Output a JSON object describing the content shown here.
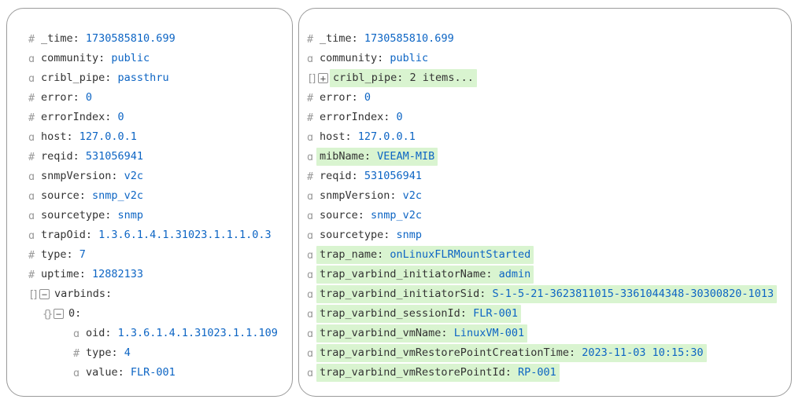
{
  "colors": {
    "value_blue": "#0d65c4",
    "key_gray": "#333333",
    "icon_gray": "#9a9a9a",
    "highlight_green": "#d9f4d0",
    "panel_border": "#9a9a9a"
  },
  "icons": {
    "num": "#",
    "str": "ɑ",
    "arr": "[]",
    "obj": "{}",
    "expanded": "−",
    "collapsed": "+"
  },
  "panels": [
    {
      "id": "before",
      "rows": [
        {
          "type": "num",
          "key": "_time",
          "value": "1730585810.699"
        },
        {
          "type": "str",
          "key": "community",
          "value": "public"
        },
        {
          "type": "str",
          "key": "cribl_pipe",
          "value": "passthru"
        },
        {
          "type": "num",
          "key": "error",
          "value": "0"
        },
        {
          "type": "num",
          "key": "errorIndex",
          "value": "0"
        },
        {
          "type": "str",
          "key": "host",
          "value": "127.0.0.1"
        },
        {
          "type": "num",
          "key": "reqid",
          "value": "531056941"
        },
        {
          "type": "str",
          "key": "snmpVersion",
          "value": "v2c"
        },
        {
          "type": "str",
          "key": "source",
          "value": "snmp_v2c"
        },
        {
          "type": "str",
          "key": "sourcetype",
          "value": "snmp"
        },
        {
          "type": "str",
          "key": "trapOid",
          "value": "1.3.6.1.4.1.31023.1.1.1.0.3"
        },
        {
          "type": "num",
          "key": "type",
          "value": "7"
        },
        {
          "type": "num",
          "key": "uptime",
          "value": "12882133"
        },
        {
          "type": "arr",
          "key": "varbinds",
          "value": "",
          "toggle": "expanded"
        },
        {
          "type": "obj",
          "key": "0",
          "value": "",
          "toggle": "expanded",
          "indent": 1
        },
        {
          "type": "str",
          "key": "oid",
          "value": "1.3.6.1.4.1.31023.1.1.109",
          "indent": 2
        },
        {
          "type": "num",
          "key": "type",
          "value": "4",
          "indent": 2
        },
        {
          "type": "str",
          "key": "value",
          "value": "FLR-001",
          "indent": 2
        }
      ]
    },
    {
      "id": "after",
      "rows": [
        {
          "type": "num",
          "key": "_time",
          "value": "1730585810.699"
        },
        {
          "type": "str",
          "key": "community",
          "value": "public"
        },
        {
          "type": "arr",
          "key": "cribl_pipe",
          "value": "2 items...",
          "toggle": "collapsed",
          "highlight": true,
          "value_plain": true
        },
        {
          "type": "num",
          "key": "error",
          "value": "0"
        },
        {
          "type": "num",
          "key": "errorIndex",
          "value": "0"
        },
        {
          "type": "str",
          "key": "host",
          "value": "127.0.0.1"
        },
        {
          "type": "str",
          "key": "mibName",
          "value": "VEEAM-MIB",
          "highlight": true
        },
        {
          "type": "num",
          "key": "reqid",
          "value": "531056941"
        },
        {
          "type": "str",
          "key": "snmpVersion",
          "value": "v2c"
        },
        {
          "type": "str",
          "key": "source",
          "value": "snmp_v2c"
        },
        {
          "type": "str",
          "key": "sourcetype",
          "value": "snmp"
        },
        {
          "type": "str",
          "key": "trap_name",
          "value": "onLinuxFLRMountStarted",
          "highlight": true
        },
        {
          "type": "str",
          "key": "trap_varbind_initiatorName",
          "value": "admin",
          "highlight": true
        },
        {
          "type": "str",
          "key": "trap_varbind_initiatorSid",
          "value": "S-1-5-21-3623811015-3361044348-30300820-1013",
          "highlight": true
        },
        {
          "type": "str",
          "key": "trap_varbind_sessionId",
          "value": "FLR-001",
          "highlight": true
        },
        {
          "type": "str",
          "key": "trap_varbind_vmName",
          "value": "LinuxVM-001",
          "highlight": true
        },
        {
          "type": "str",
          "key": "trap_varbind_vmRestorePointCreationTime",
          "value": "2023-11-03 10:15:30",
          "highlight": true
        },
        {
          "type": "str",
          "key": "trap_varbind_vmRestorePointId",
          "value": "RP-001",
          "highlight": true
        }
      ]
    }
  ]
}
